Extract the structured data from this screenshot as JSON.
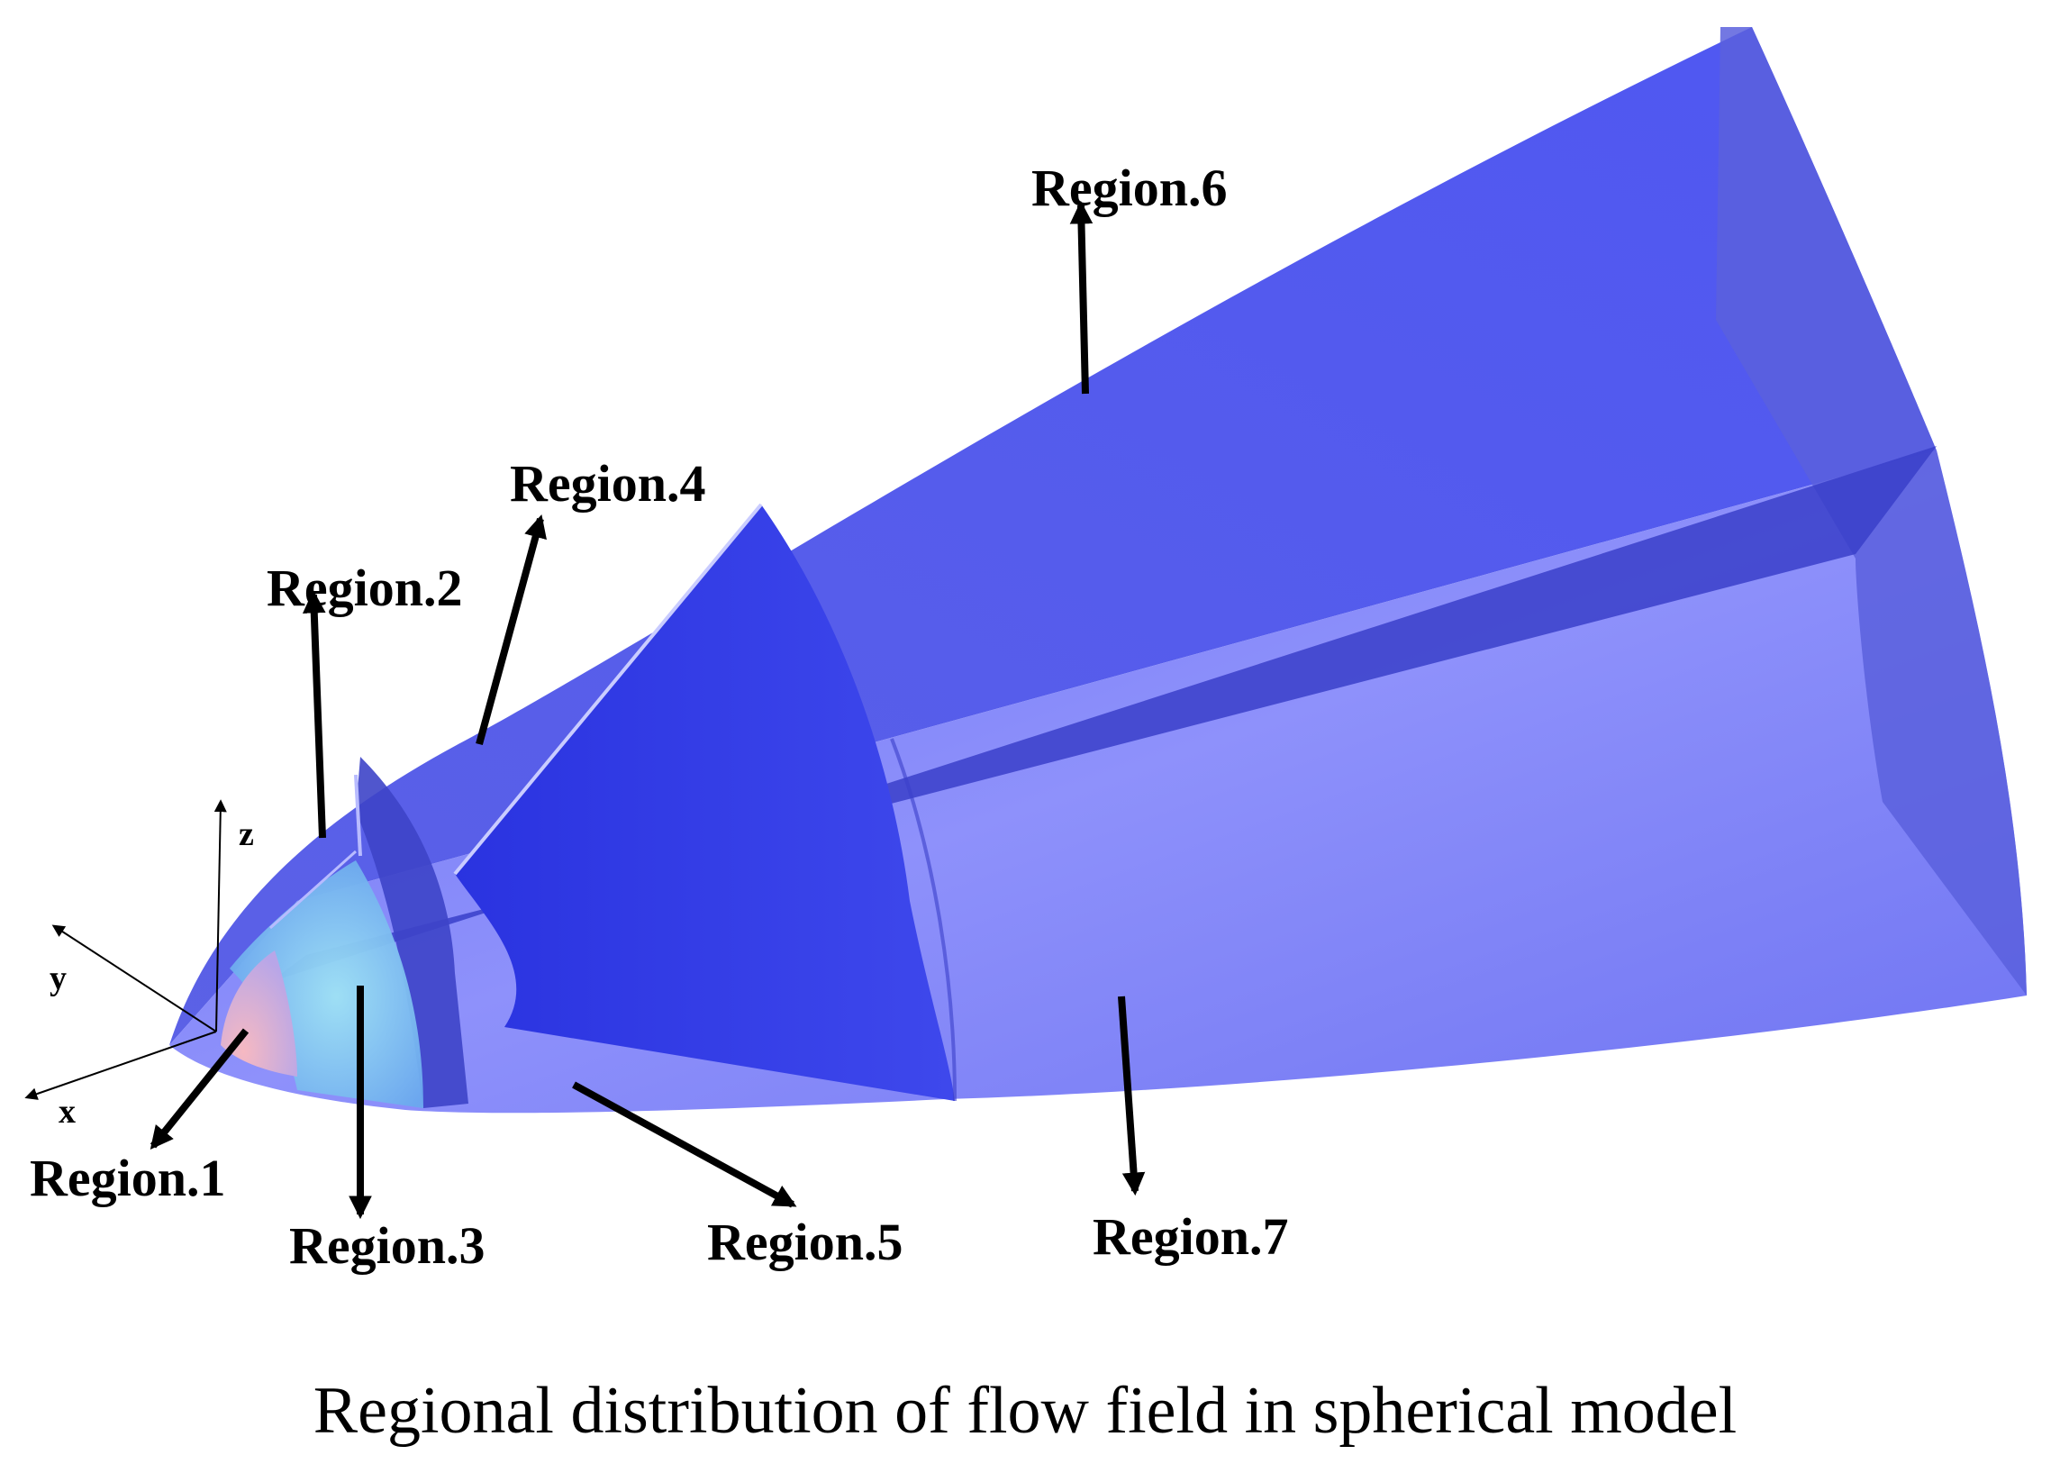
{
  "caption": "Regional distribution of flow field in spherical model",
  "regions": {
    "r1": "Region.1",
    "r2": "Region.2",
    "r3": "Region.3",
    "r4": "Region.4",
    "r5": "Region.5",
    "r6": "Region.6",
    "r7": "Region.7"
  },
  "axes": {
    "x": "x",
    "y": "y",
    "z": "z"
  },
  "colors": {
    "body_base": "#5f66ee",
    "body_dark": "#2a35d8",
    "body_light": "#8c8ff8",
    "inner_core": "#f2c0c8",
    "inner_sphere": "#7fd0f0",
    "arrow": "#000000"
  }
}
